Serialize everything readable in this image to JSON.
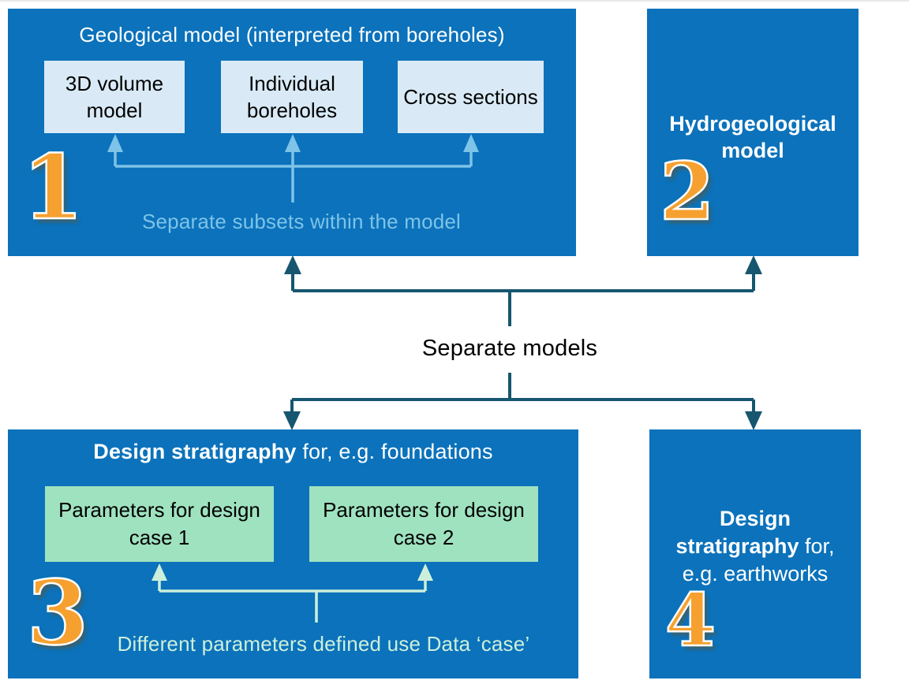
{
  "palette": {
    "panel_blue": "#0b72bb",
    "light_blue_box": "#d9eaf6",
    "light_blue_accent": "#7ec3e8",
    "green_box": "#9fe2c0",
    "green_accent": "#ccefdb",
    "teal_arrow": "#17566f",
    "number_orange": "#f6a02f"
  },
  "panel1": {
    "number": "1",
    "title": "Geological model (interpreted from boreholes)",
    "boxes": [
      {
        "label": "3D volume model"
      },
      {
        "label": "Individual boreholes"
      },
      {
        "label": "Cross sections"
      }
    ],
    "caption": "Separate subsets within the model"
  },
  "panel2": {
    "number": "2",
    "title": "Hydrogeological model"
  },
  "connector": {
    "label": "Separate models"
  },
  "panel3": {
    "number": "3",
    "title_bold": "Design stratigraphy",
    "title_rest": " for, e.g. foundations",
    "boxes": [
      {
        "label": "Parameters for design case 1"
      },
      {
        "label": "Parameters for design case 2"
      }
    ],
    "caption": "Different parameters defined use Data ‘case’"
  },
  "panel4": {
    "number": "4",
    "title_bold": "Design stratigraphy",
    "title_rest": " for, e.g. earthworks"
  }
}
